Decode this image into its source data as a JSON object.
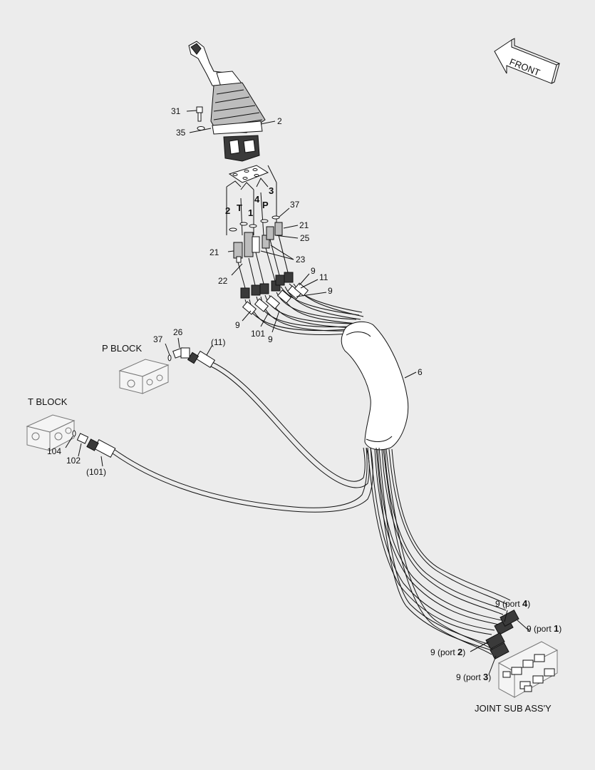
{
  "labels": {
    "front": "FRONT",
    "p_block": "P BLOCK",
    "t_block": "T BLOCK",
    "joint": "JOINT SUB ASS'Y",
    "n31": "31",
    "n35": "35",
    "n2": "2",
    "port2": "2",
    "portT": "T",
    "port1": "1",
    "port4": "4",
    "portP": "P",
    "port3": "3",
    "n37a": "37",
    "n21a": "21",
    "n25": "25",
    "n21b": "21",
    "n23": "23",
    "n22": "22",
    "n9a": "9",
    "n11": "11",
    "n9b": "9",
    "n9c": "9",
    "n101": "101",
    "n9d": "9",
    "n6": "6",
    "n37b": "37",
    "n26": "26",
    "n11p": "(11)",
    "n104": "104",
    "n102": "102",
    "n101p": "(101)",
    "port4_pre": "9 (port ",
    "port4_num": "4",
    "port4_post": ")",
    "port1_pre": "9 (port ",
    "port1_num": "1",
    "port1_post": ")",
    "port2_pre": "9 (port ",
    "port2_num": "2",
    "port2_post": ")",
    "port3_pre": "9 (port ",
    "port3_num": "3",
    "port3_post": ")"
  }
}
